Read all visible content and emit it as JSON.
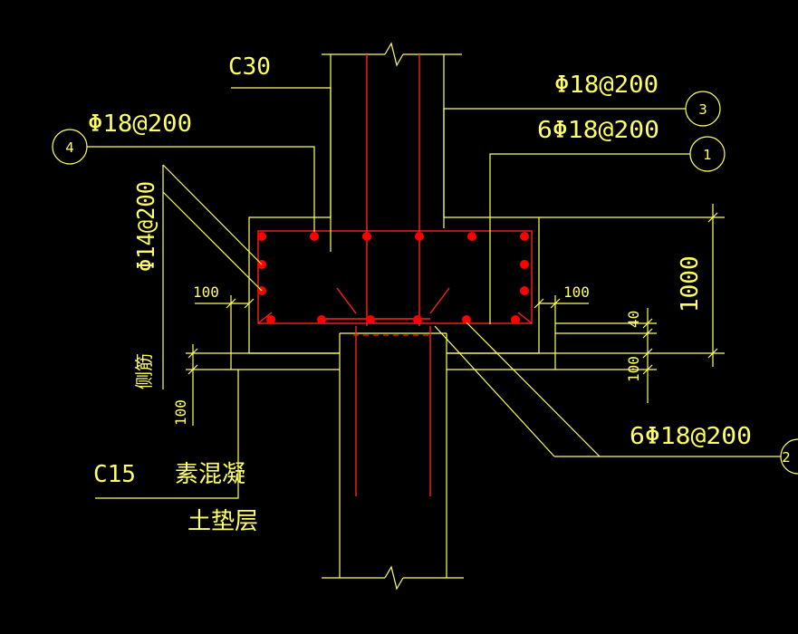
{
  "labels": {
    "concrete_grade": "C30",
    "rebar_top_left": "Φ18@200",
    "rebar_top_right": "Φ18@200",
    "rebar_top_main": "6Φ18@200",
    "rebar_bottom_main": "6Φ18@200",
    "rebar_side": "Φ14@200",
    "side_bar_label": "侧筋",
    "pad_grade": "C15",
    "pad_material": "素混凝",
    "pad_layer": "土垫层"
  },
  "dimensions": {
    "left_offset": "100",
    "right_offset": "100",
    "height": "1000",
    "cover": "40",
    "pad_thickness_right": "100",
    "pad_thickness_left": "100"
  },
  "callouts": {
    "c1": "1",
    "c2": "2",
    "c3": "3",
    "c4": "4"
  },
  "colors": {
    "background": "#000000",
    "lines": "#ffff66",
    "rebar": "#ff2020"
  }
}
